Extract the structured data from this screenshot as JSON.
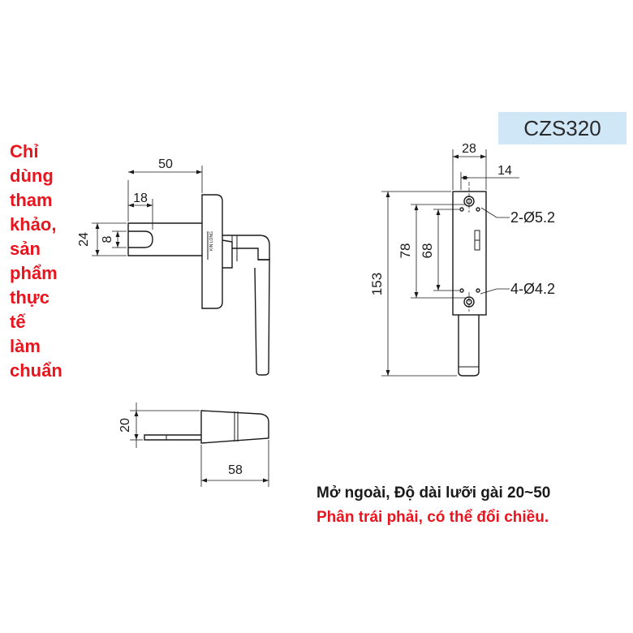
{
  "note": {
    "lines": [
      "Chỉ",
      "dùng",
      "tham",
      "khảo,",
      "sản",
      "phẩm",
      "thực",
      "tế",
      "làm",
      "chuẩn"
    ]
  },
  "model": "CZS320",
  "description": {
    "line1": "Mở ngoài, Độ dài lưỡi gài 20~50",
    "line2": "Phân trái phải, có thể đổi chiều."
  },
  "front_view": {
    "dim_width": "50",
    "dim_spindle": "18",
    "dim_height_outer": "24",
    "dim_height_inner": "8",
    "brand_mark": "KIN LONG"
  },
  "bottom_view": {
    "dim_height": "20",
    "dim_length": "58"
  },
  "side_view": {
    "dim_width": "28",
    "dim_offset": "14",
    "dim_total": "153",
    "dim_holes_outer": "78",
    "dim_holes_inner": "68",
    "hole_small": "2-Ø5.2",
    "hole_large": "4-Ø4.2"
  },
  "colors": {
    "note_red": "#e8141e",
    "badge_bg": "#cfe7f7",
    "line": "#1a1a1a"
  }
}
